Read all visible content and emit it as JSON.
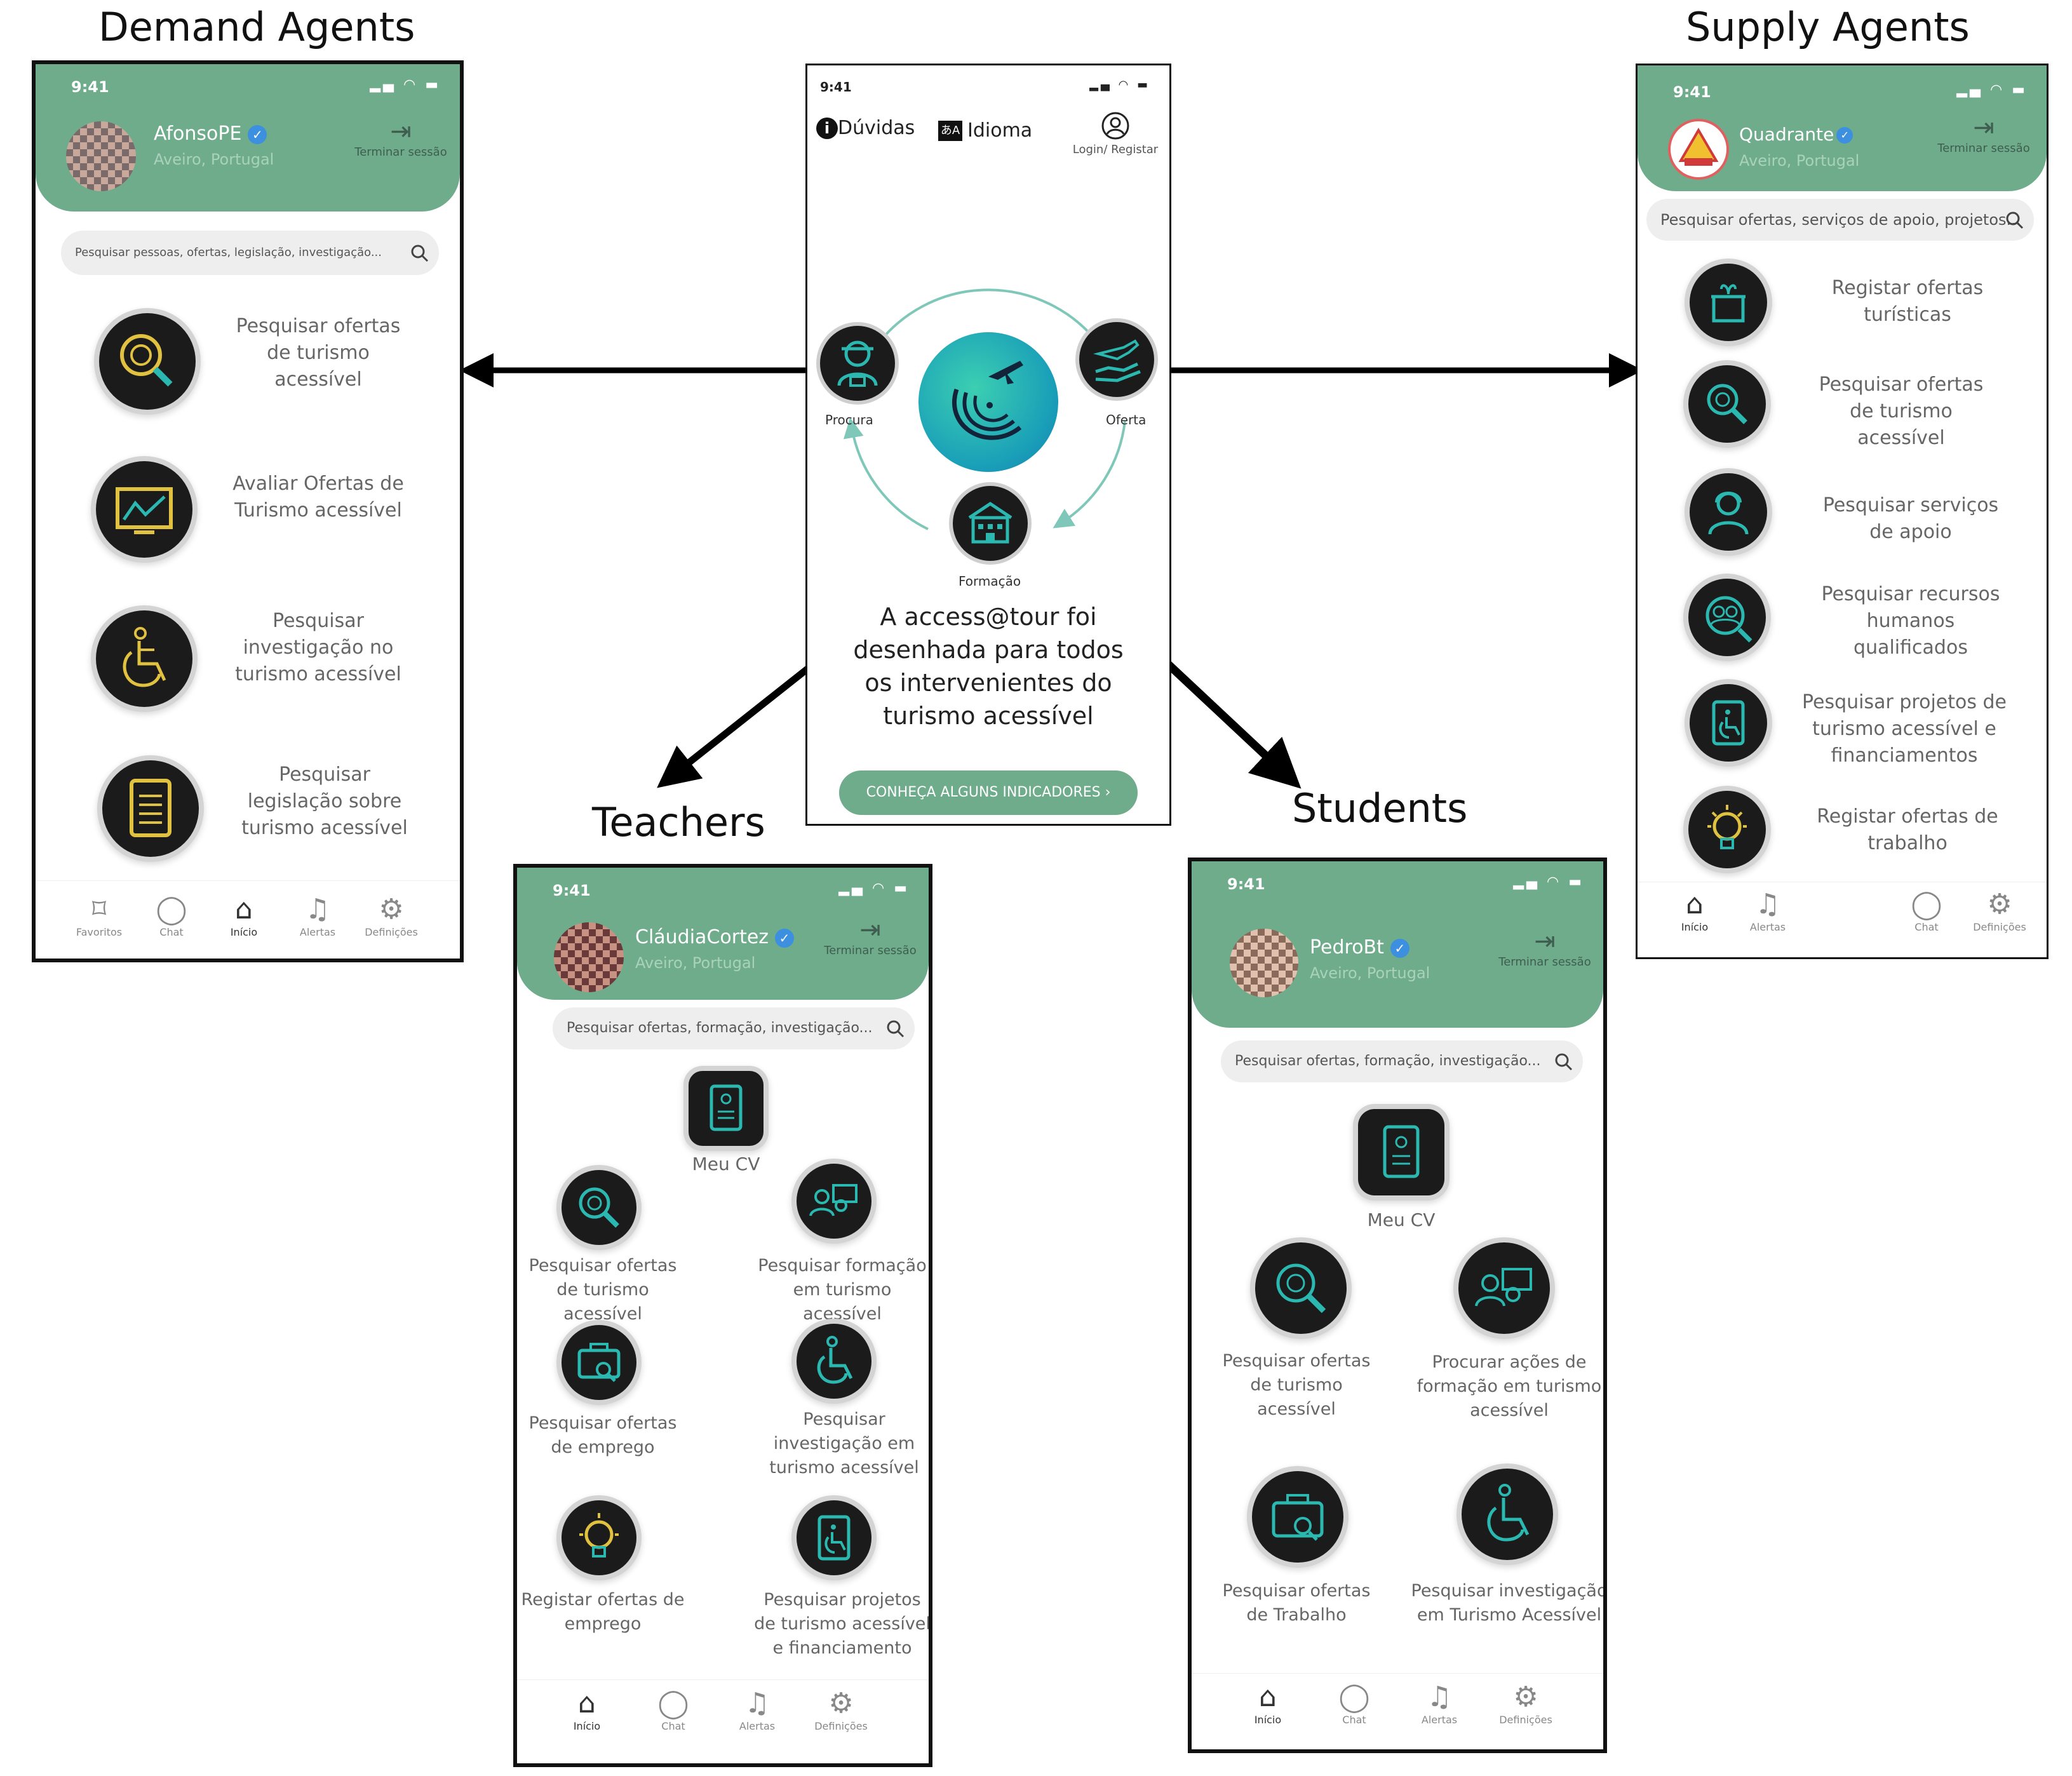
{
  "titles": {
    "demand": "Demand Agents",
    "supply": "Supply Agents",
    "teachers": "Teachers",
    "students": "Students"
  },
  "central": {
    "time": "9:41",
    "duvidas": "Dúvidas",
    "idioma": "Idioma",
    "login": "Login/ Registar",
    "procura": "Procura",
    "oferta": "Oferta",
    "formacao": "Formação",
    "tagline": "A access@tour foi desenhada para todos os intervenientes do turismo acessível",
    "cta": "CONHEÇA ALGUNS INDICADORES  ›"
  },
  "demand": {
    "time": "9:41",
    "user": "AfonsoPE",
    "location": "Aveiro, Portugal",
    "logout": "Terminar sessão",
    "search": "Pesquisar pessoas, ofertas, legislação, investigação...",
    "items": [
      "Pesquisar ofertas de turismo acessível",
      "Avaliar Ofertas de Turismo acessível",
      "Pesquisar investigação no turismo acessível",
      "Pesquisar legislação sobre turismo acessível"
    ],
    "nav": [
      "Favoritos",
      "Chat",
      "Início",
      "Alertas",
      "Definições"
    ]
  },
  "supply": {
    "time": "9:41",
    "user": "Quadrante",
    "location": "Aveiro, Portugal",
    "logout": "Terminar sessão",
    "search": "Pesquisar ofertas, serviços de apoio, projetos...",
    "items": [
      "Registar ofertas turísticas",
      "Pesquisar ofertas de turismo acessível",
      "Pesquisar serviços de apoio",
      "Pesquisar recursos humanos qualificados",
      "Pesquisar projetos de turismo acessível e financiamentos",
      "Registar ofertas de trabalho"
    ],
    "nav": [
      "Início",
      "Alertas",
      "Chat",
      "Definições"
    ]
  },
  "teachers": {
    "time": "9:41",
    "user": "CláudiaCortez",
    "location": "Aveiro, Portugal",
    "logout": "Terminar sessão",
    "search": "Pesquisar ofertas, formação, investigação...",
    "cv": "Meu CV",
    "items": [
      "Pesquisar ofertas de turismo acessível",
      "Pesquisar formação em turismo acessível",
      "Pesquisar ofertas de emprego",
      "Pesquisar investigação em turismo acessível",
      "Registar ofertas de emprego",
      "Pesquisar projetos de turismo acessível e financiamento"
    ],
    "nav": [
      "Início",
      "Chat",
      "Alertas",
      "Definições"
    ]
  },
  "students": {
    "time": "9:41",
    "user": "PedroBt",
    "location": "Aveiro, Portugal",
    "logout": "Terminar sessão",
    "search": "Pesquisar ofertas, formação, investigação...",
    "cv": "Meu CV",
    "items": [
      "Pesquisar ofertas de turismo acessível",
      "Procurar ações de formação em turismo acessível",
      "Pesquisar ofertas de Trabalho",
      "Pesquisar investigação em Turismo Acessível"
    ],
    "nav": [
      "Início",
      "Chat",
      "Alertas",
      "Definições"
    ]
  },
  "colors": {
    "green": "#6fac8c",
    "icon_bg": "#1b1b1b",
    "teal": "#2bb8b0"
  }
}
